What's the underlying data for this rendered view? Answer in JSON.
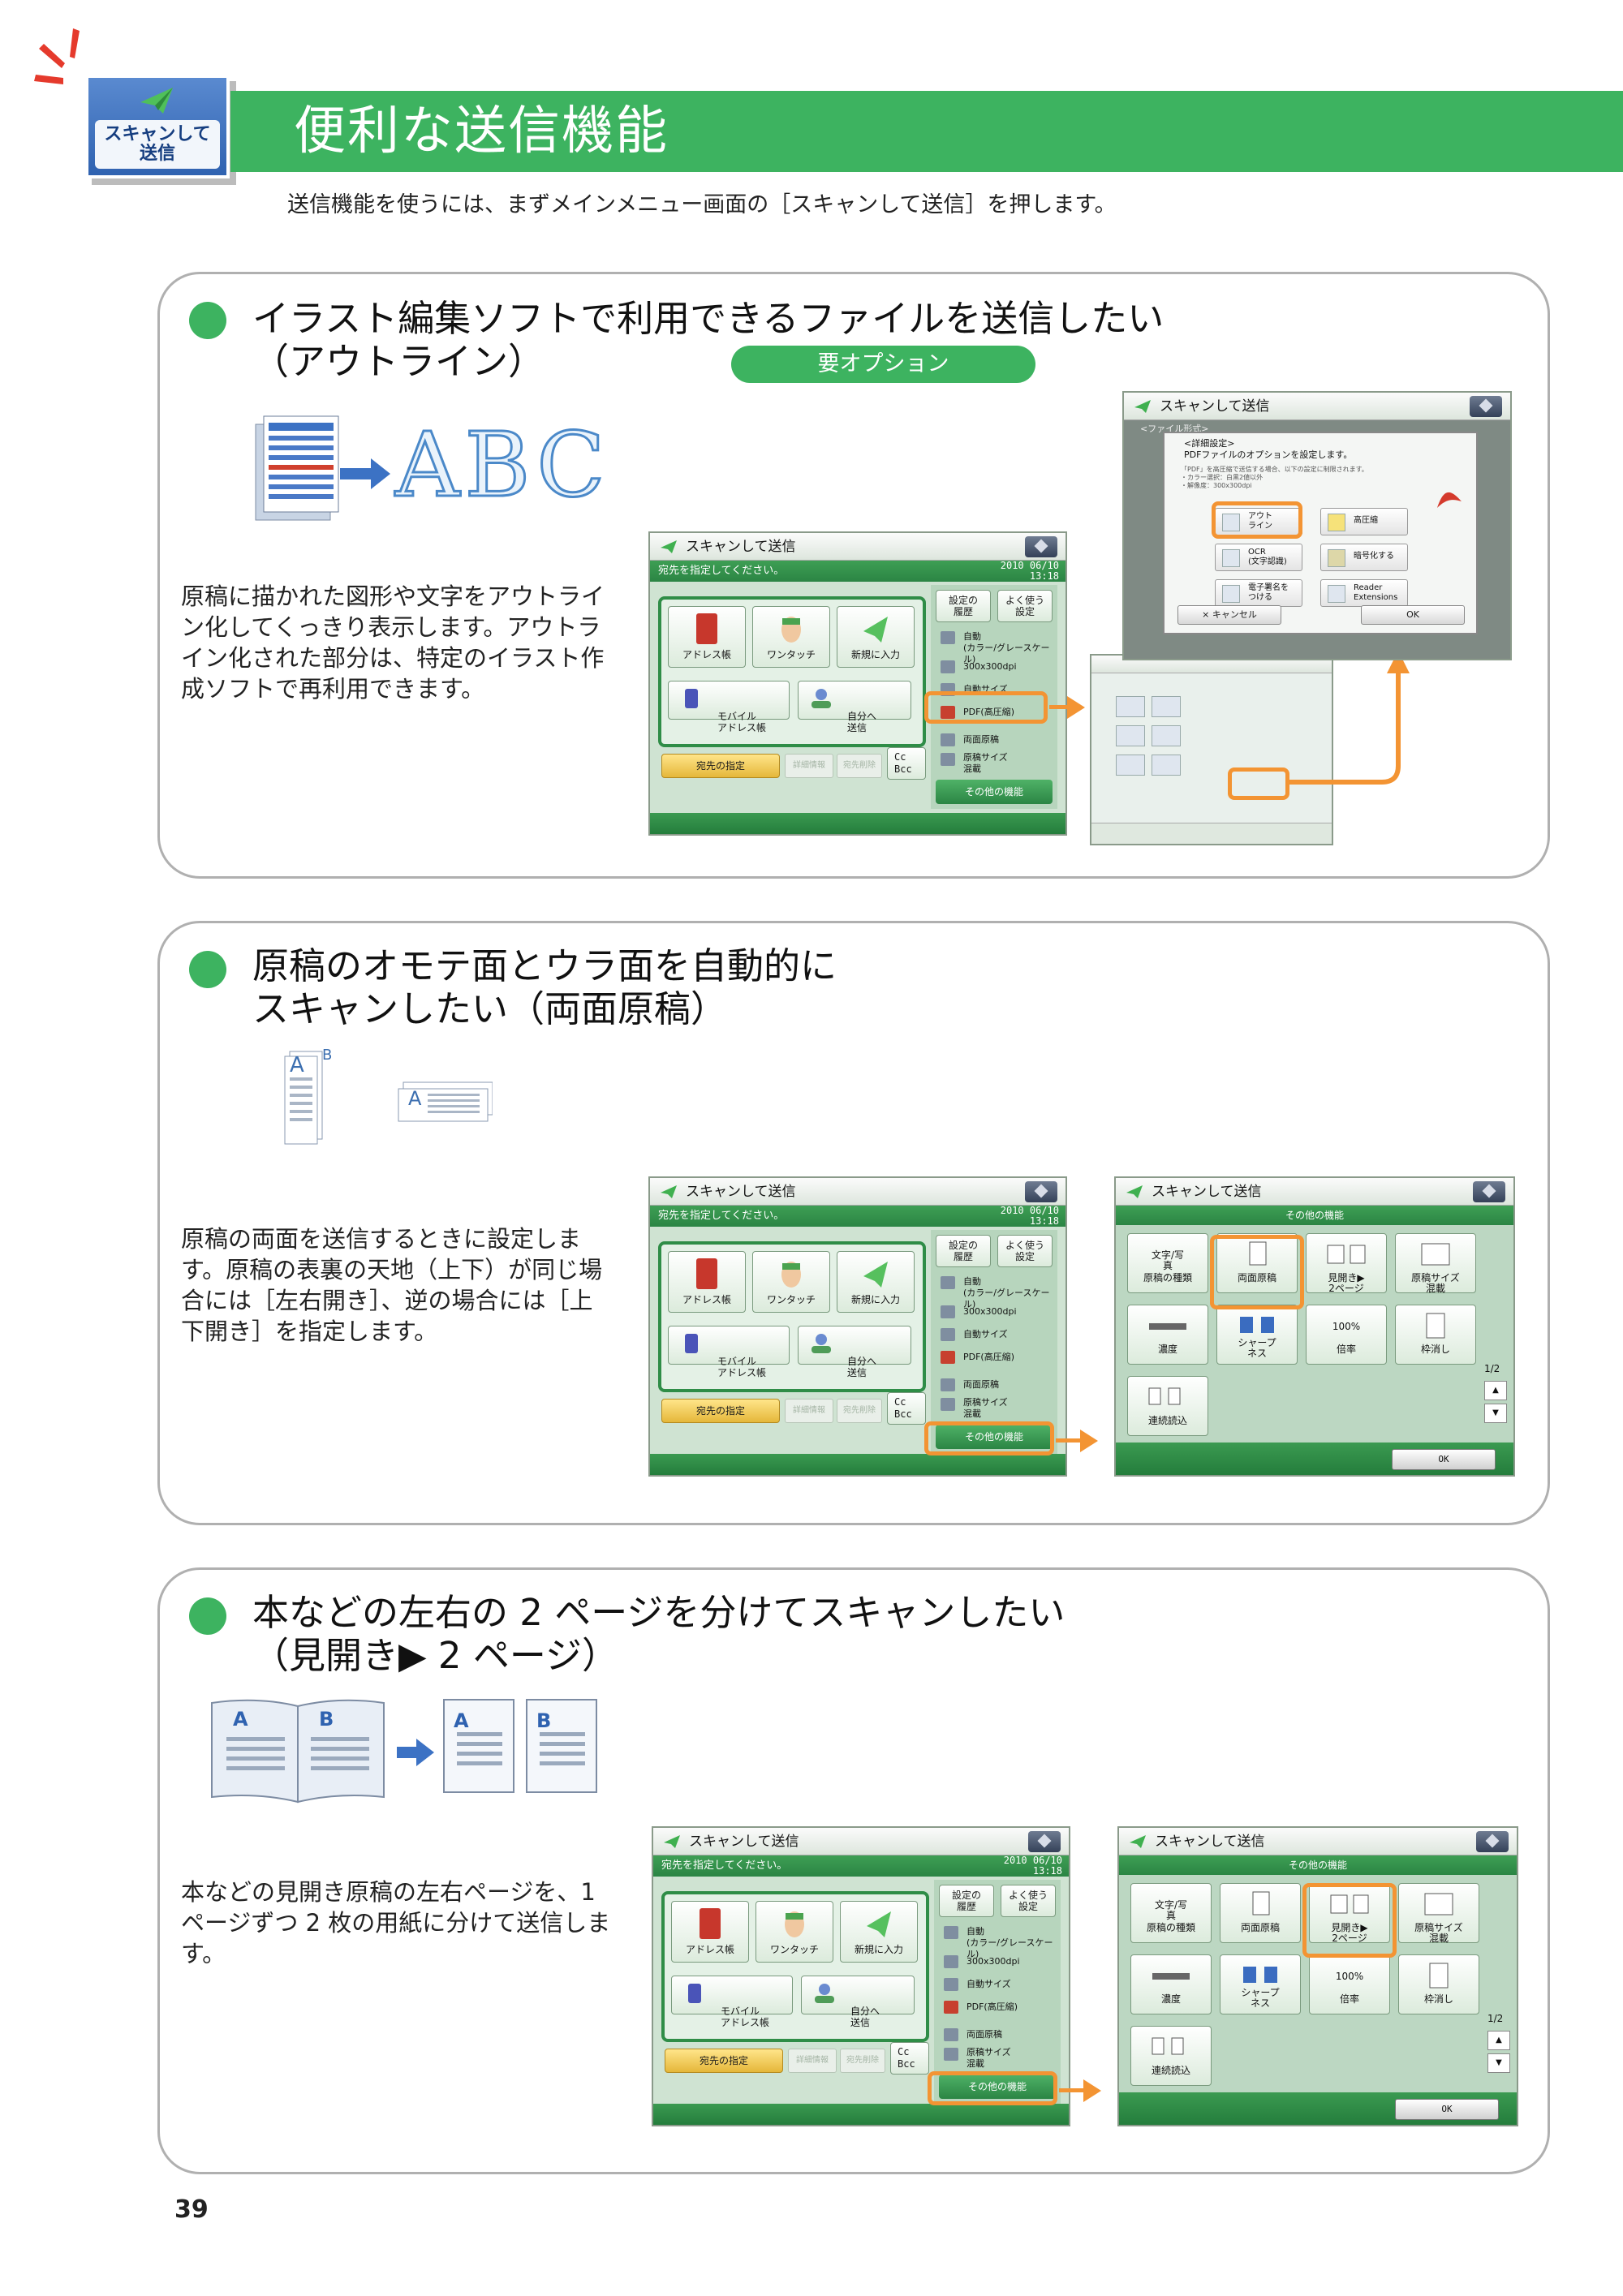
{
  "header": {
    "tab_label": "スキャンして\n送信",
    "title": "便利な送信機能",
    "lead": "送信機能を使うには、まずメインメニュー画面の［スキャンして送信］を押します。"
  },
  "colors": {
    "brand_green": "#3db360",
    "highlight_orange": "#f39433",
    "tab_blue": "#3b6cb8"
  },
  "sections": [
    {
      "title_line1": "イラスト編集ソフトで利用できるファイルを送信したい",
      "title_line2": "（アウトライン）",
      "badge": "要オプション",
      "illustration_text": "ABC",
      "desc": "原稿に描かれた図形や文字をアウトライン化してくっきり表示します。アウトライン化された部分は、特定のイラスト作成ソフトで再利用できます。"
    },
    {
      "title_line1": "原稿のオモテ面とウラ面を自動的に",
      "title_line2": "スキャンしたい（両面原稿）",
      "illustration_letters": [
        "A",
        "B",
        "A"
      ],
      "desc": "原稿の両面を送信するときに設定します。原稿の表裏の天地（上下）が同じ場合には［左右開き］、逆の場合には［上下開き］を指定します。"
    },
    {
      "title_line1": "本などの左右の 2 ページを分けてスキャンしたい",
      "title_line2": "（見開き▶ 2 ページ）",
      "illustration_letters": [
        "A",
        "B",
        "A",
        "B"
      ],
      "desc": "本などの見開き原稿の左右ページを、1 ページずつ 2 枚の用紙に分けて送信します。"
    }
  ],
  "screen_main": {
    "title": "スキャンして送信",
    "subtitle": "宛先を指定してください。",
    "datetime": "2010 06/10\n13:18",
    "dest_buttons": [
      "アドレス帳",
      "ワンタッチ",
      "新規に入力"
    ],
    "mobile_label": "モバイル\nアドレス帳",
    "self_label": "自分へ\n送信",
    "dest_spec": "宛先の指定",
    "detail": "詳細情報",
    "delete": "宛先削除",
    "cc": "Cc\nBcc",
    "history": "設定の\n履歴",
    "favorites": "よく使う\n設定",
    "settings_rows": [
      "自動\n(カラー/グレースケール)",
      "300x300dpi",
      "自動サイズ",
      "PDF(高圧縮)",
      "両面原稿",
      "原稿サイズ\n混載"
    ],
    "other_functions": "その他の機能"
  },
  "screen_other": {
    "title": "スキャンして送信",
    "header": "その他の機能",
    "buttons": [
      {
        "top": "文字/写真",
        "label": "原稿の種類"
      },
      {
        "top": "",
        "label": "両面原稿"
      },
      {
        "top": "",
        "label": "見開き▶\n2ページ"
      },
      {
        "top": "",
        "label": "原稿サイズ\n混載"
      },
      {
        "top": "",
        "label": "濃度"
      },
      {
        "top": "",
        "label": "シャープ\nネス"
      },
      {
        "top": "100%",
        "label": "倍率"
      },
      {
        "top": "",
        "label": "枠消し"
      },
      {
        "top": "",
        "label": "連続読込"
      }
    ],
    "page": "1/2",
    "ok": "OK"
  },
  "screen_dialog": {
    "title": "スキャンして送信",
    "breadcrumb": "<ファイル形式>",
    "dialog_title": "<詳細設定>\nPDFファイルのオプションを設定します。",
    "dialog_note": "「PDF」を高圧縮で送信する場合、以下の設定に制限されます。\n・カラー選択：白黒2値以外\n・解像度：300x300dpi",
    "options": [
      "アウト\nライン",
      "高圧縮",
      "OCR\n(文字認識)",
      "暗号化する",
      "電子署名を\nつける",
      "Reader\nExtensions"
    ],
    "cancel": "キャンセル",
    "ok": "OK"
  },
  "page_number": "39"
}
